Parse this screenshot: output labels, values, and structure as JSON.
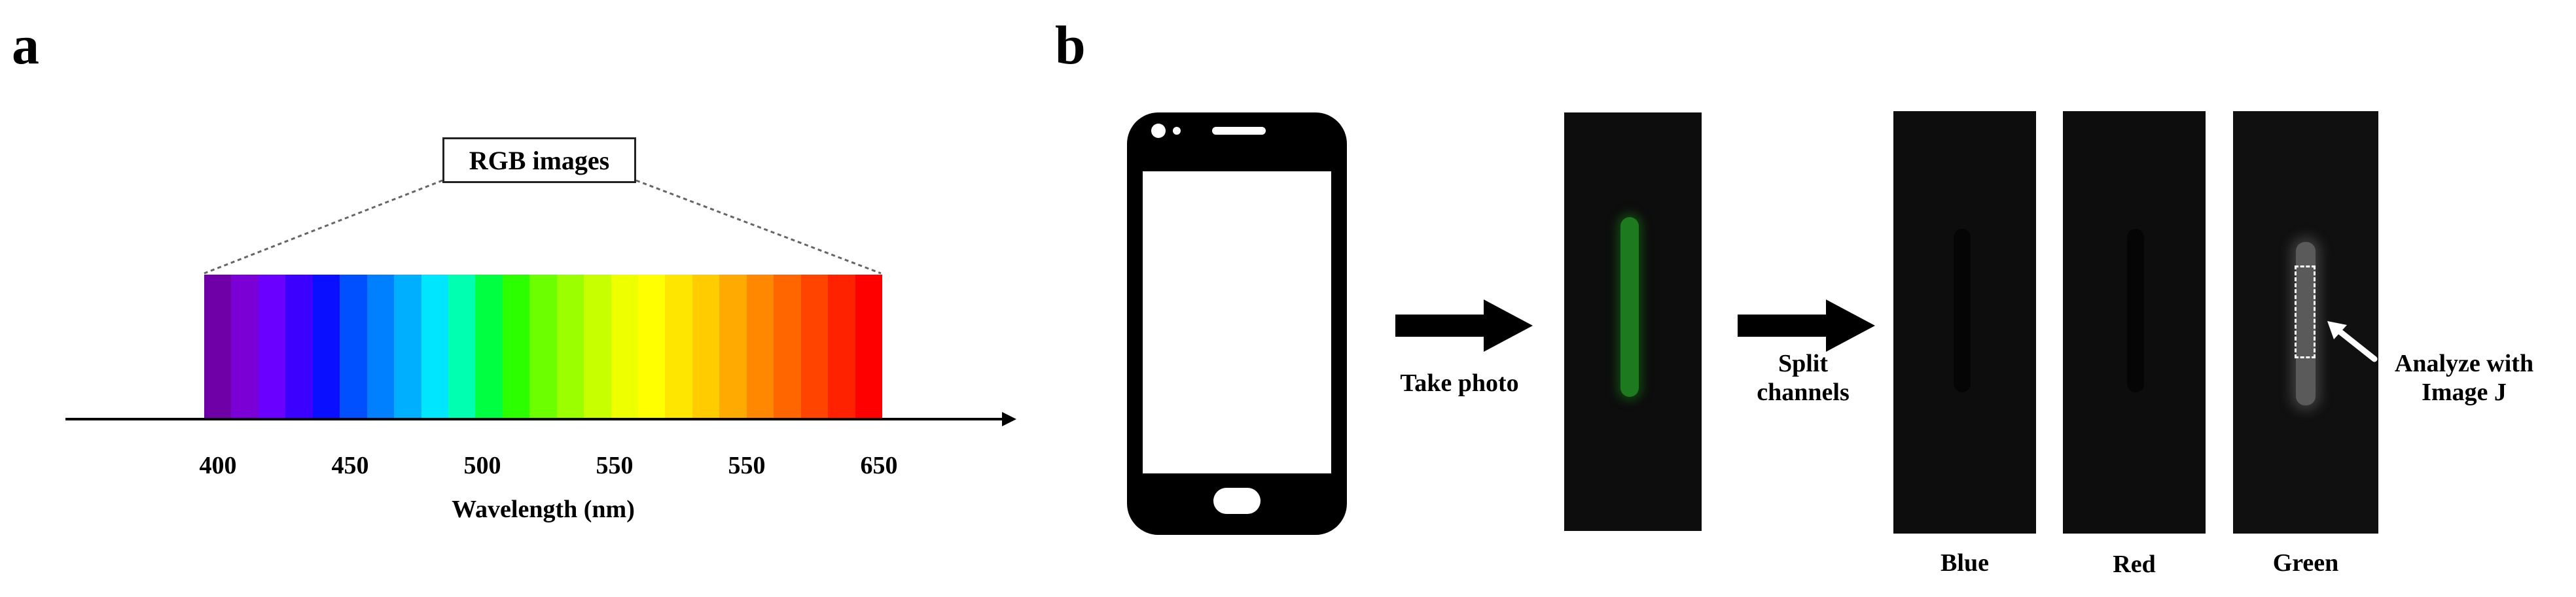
{
  "panel_a": {
    "letter": "a",
    "box_label": "RGB images",
    "ticks": [
      "400",
      "450",
      "500",
      "550",
      "550",
      "650"
    ],
    "axis_label": "Wavelength (nm)",
    "spectrum_colors": [
      "#6f00a8",
      "#7a00d6",
      "#6a00ff",
      "#3b00ff",
      "#0a10ff",
      "#0050ff",
      "#007fff",
      "#00b0ff",
      "#00e6ff",
      "#00ffb0",
      "#00ff40",
      "#2cff00",
      "#6cff00",
      "#9cff00",
      "#c8ff00",
      "#eeff00",
      "#ffff00",
      "#ffe600",
      "#ffcc00",
      "#ffaa00",
      "#ff8800",
      "#ff6600",
      "#ff4400",
      "#ff2200",
      "#ff0000"
    ]
  },
  "panel_b": {
    "letter": "b",
    "take_photo": "Take photo",
    "split_channels": "Split channels",
    "analyze": "Analyze with Image J",
    "channels": [
      "Blue",
      "Red",
      "Green"
    ]
  }
}
